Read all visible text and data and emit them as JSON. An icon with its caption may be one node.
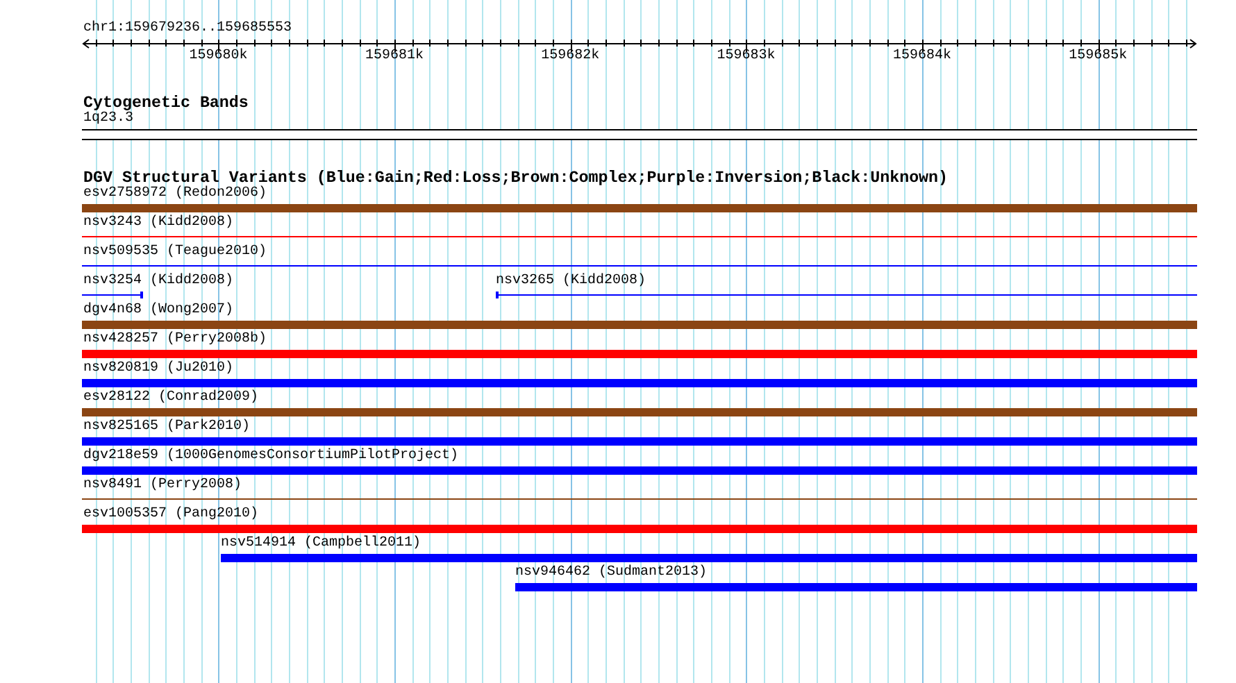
{
  "diagram": {
    "nodes": [
      {
        "text": [
          "1q23.3"
        ]
      },
      {
        "text": [
          "esv2758972 (Redon2006)"
        ]
      },
      {
        "text": [
          "nsv3243 (Kidd2008)"
        ]
      },
      {
        "text": [
          "nsv509535 (Teague2010)"
        ]
      },
      {
        "text": [
          "nsv3254 (Kidd2008)"
        ]
      },
      {
        "text": [
          "nsv3265 (Kidd2008)"
        ]
      },
      {
        "text": [
          "dgv4n68 (Wong2007)"
        ]
      },
      {
        "text": [
          "nsv428257 (Perry2008b)"
        ]
      },
      {
        "text": [
          "nsv820819 (Ju2010)"
        ]
      },
      {
        "text": [
          "esv28122 (Conrad2009)"
        ]
      },
      {
        "text": [
          "nsv825165 (Park2010)"
        ]
      },
      {
        "text": [
          "dgv218e59 (1000GenomesConsortiumPilotProject)"
        ]
      },
      {
        "text": [
          "nsv8491 (Perry2008)"
        ]
      },
      {
        "text": [
          "esv1005357 (Pang2010)"
        ]
      },
      {
        "text": [
          "nsv514914 (Campbell2011)"
        ]
      },
      {
        "text": [
          "nsv946462 (Sudmant2013)"
        ]
      }
    ],
    "labels": [
      "chr1:159679236..159685553",
      "159680k",
      "159681k",
      "159682k",
      "159683k",
      "159684k",
      "159685k",
      "Cytogenetic Bands",
      "DGV Structural Variants (Blue:Gain;Red:Loss;Brown:Complex;Purple:Inversion;Black:Unknown)"
    ]
  }
}
